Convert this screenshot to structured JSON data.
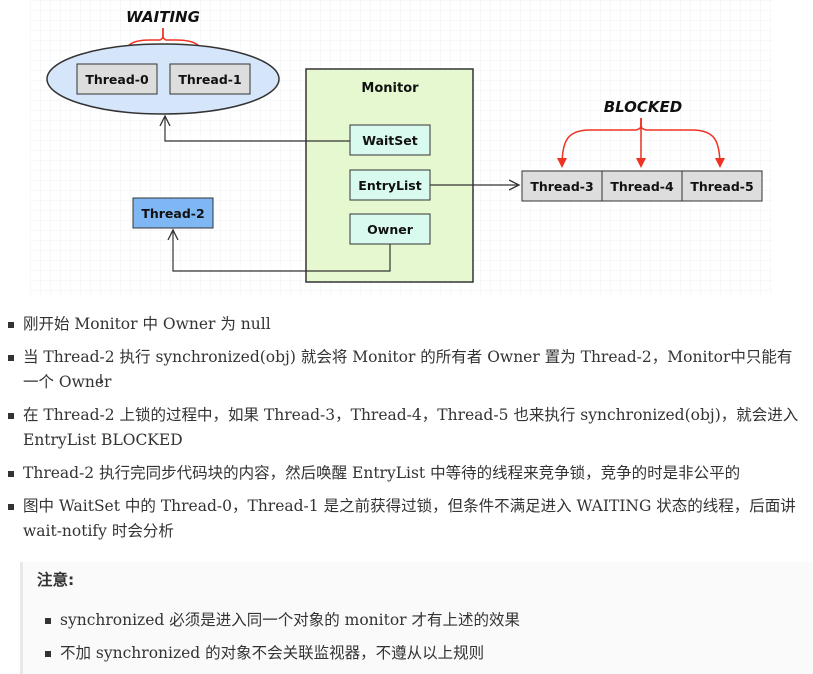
{
  "diagram": {
    "waiting_label": "WAITING",
    "blocked_label": "BLOCKED",
    "monitor_label": "Monitor",
    "waitset_label": "WaitSet",
    "entrylist_label": "EntryList",
    "owner_label": "Owner",
    "waiting_threads": [
      "Thread-0",
      "Thread-1"
    ],
    "blocked_threads": [
      "Thread-3",
      "Thread-4",
      "Thread-5"
    ],
    "owner_thread": "Thread-2",
    "colors": {
      "waiting_ellipse": "#d5e6fb",
      "monitor_fill": "#e6f8d0",
      "slot_fill": "#d9fbef",
      "thread_gray": "#dddddd",
      "owner_thread_fill": "#7fb7f4",
      "red_arrow": "#ee3322",
      "line": "#333333",
      "grid": "#eef2f6"
    }
  },
  "bullets": [
    "刚开始 Monitor 中 Owner 为 null",
    "当 Thread-2 执行 synchronized(obj) 就会将 Monitor 的所有者 Owner 置为 Thread-2，Monitor中只能有一个 Owner",
    "在 Thread-2 上锁的过程中，如果 Thread-3，Thread-4，Thread-5 也来执行 synchronized(obj)，就会进入 EntryList BLOCKED",
    "Thread-2 执行完同步代码块的内容，然后唤醒 EntryList 中等待的线程来竞争锁，竞争的时是非公平的",
    "图中 WaitSet 中的 Thread-0，Thread-1 是之前获得过锁，但条件不满足进入 WAITING 状态的线程，后面讲 wait-notify 时会分析"
  ],
  "note": {
    "title": "注意:",
    "items": [
      "synchronized 必须是进入同一个对象的 monitor 才有上述的效果",
      "不加 synchronized 的对象不会关联监视器，不遵从以上规则"
    ]
  }
}
